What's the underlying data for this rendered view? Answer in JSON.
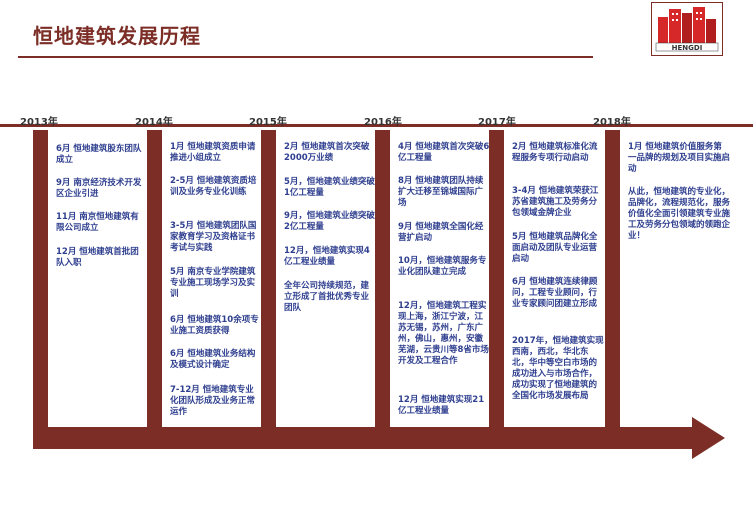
{
  "page": {
    "title": "恒地建筑发展历程"
  },
  "logo": {
    "text": "HENGDI"
  },
  "timeline": {
    "years": [
      "2013年",
      "2014年",
      "2015年",
      "2016年",
      "2017年",
      "2018年"
    ],
    "columns": [
      {
        "entries": [
          "6月  恒地建筑股东团队成立",
          "9月 南京经济技术开发区企业引进",
          "11月 南京恒地建筑有限公司成立",
          "12月 恒地建筑首批团队入职"
        ]
      },
      {
        "entries": [
          "1月  恒地建筑资质申请推进小组成立",
          "2-5月  恒地建筑资质培训及业务专业化训练",
          "3-5月 恒地建筑团队国家教育学习及资格证书考试与实践",
          "5月 南京专业学院建筑专业施工现场学习及实训",
          "6月  恒地建筑10余项专业施工资质获得",
          "6月  恒地建筑业务结构及模式设计确定",
          "7-12月 恒地建筑专业化团队形成及业务正常运作"
        ]
      },
      {
        "entries": [
          "2月  恒地建筑首次突破2000万业绩",
          "5月，恒地建筑业绩突破1亿工程量",
          "9月，恒地建筑业绩突破2亿工程量",
          "12月，恒地建筑实现4亿工程业绩量",
          "全年公司持续规范，建立形成了首批优秀专业团队"
        ]
      },
      {
        "entries": [
          "4月  恒地建筑首次突破6亿工程量",
          "8月 恒地建筑团队持续扩大迁移至锦城国际广场",
          "9月 恒地建筑全国化经营扩启动",
          "10月，恒地建筑服务专业化团队建立完成",
          "12月，恒地建筑工程实现上海，浙江宁波，江苏无锡，苏州，广东广州，佛山，惠州，安徽芜湖，云贵川等8省市场开发及工程合作",
          "12月 恒地建筑实现21亿工程业绩量"
        ]
      },
      {
        "entries": [
          "2月  恒地建筑标准化流程服务专项行动启动",
          "3-4月 恒地建筑荣获江苏省建筑施工及劳务分包领域金牌企业",
          "5月 恒地建筑品牌化全面启动及团队专业运营启动",
          "6月 恒地建筑连续律顾问，工程专业顾问，行业专家顾问团建立形成",
          "2017年，恒地建筑实现西南，西北，华北东北，华中等空白市场的成功进入与市场合作，成功实现了恒地建筑的全国化市场发展布局"
        ]
      },
      {
        "entries": [
          "1月 恒地建筑价值服务第一品牌的规划及项目实施启动",
          "从此，恒地建筑的专业化，品牌化，流程规范化，服务价值化全面引领建筑专业施工及劳务分包领域的领跑企业！"
        ]
      }
    ]
  },
  "colors": {
    "accent": "#7b2d26",
    "text": "#2f3f8f",
    "logo_red": "#d62828"
  }
}
